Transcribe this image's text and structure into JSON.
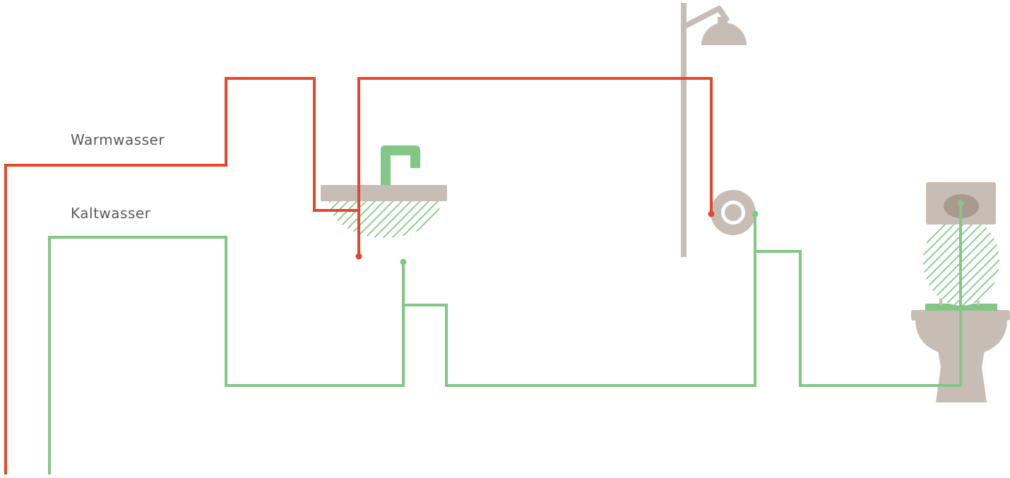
{
  "labels": {
    "warm": "Warmwasser",
    "cold": "Kaltwasser"
  },
  "colors": {
    "warm_pipe": "#e5472d",
    "cold_pipe": "#82c785",
    "fixture": "#c8bdb5",
    "fixture_dark": "#a89a8f",
    "label_text": "#5a5a5a",
    "background": "#ffffff"
  },
  "fixtures": [
    "washbasin",
    "shower",
    "shower-mixer-valve",
    "toilet"
  ]
}
